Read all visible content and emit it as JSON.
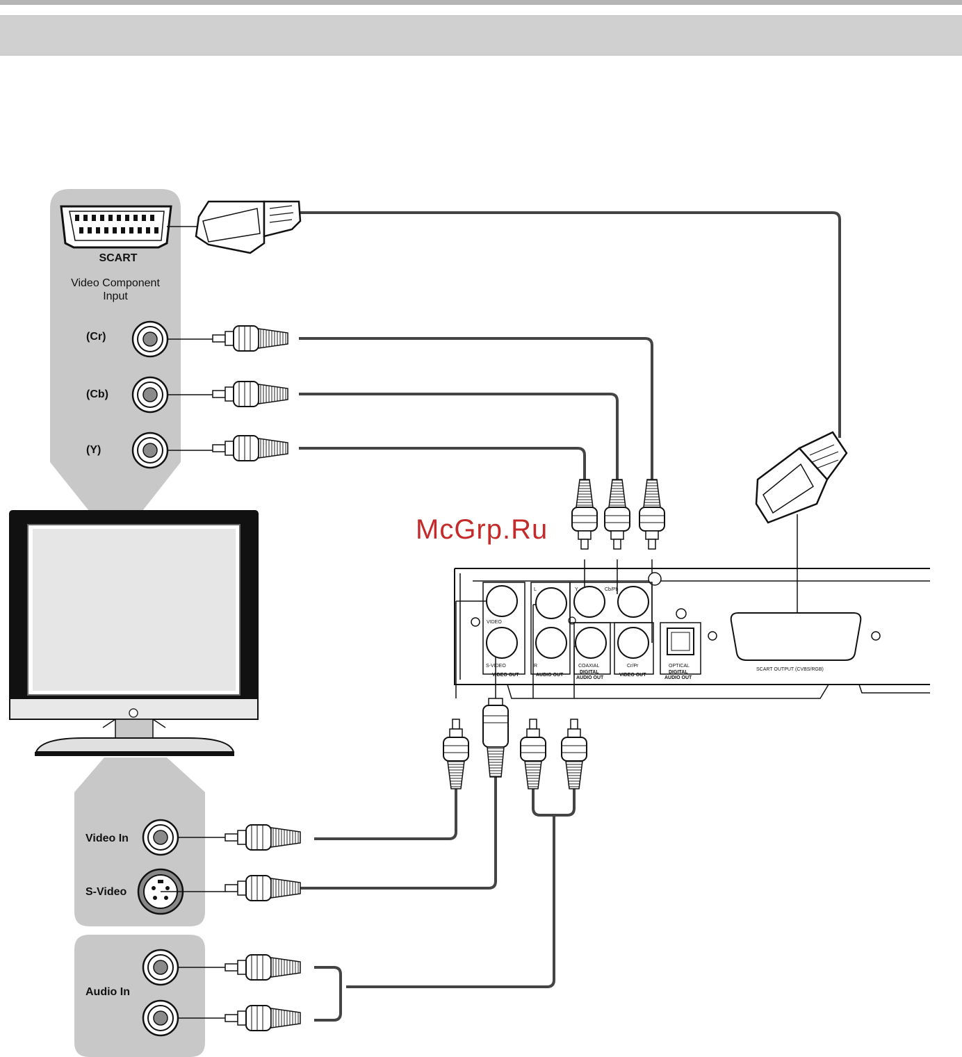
{
  "tv_labels": {
    "scart": "SCART",
    "component_title_1": "Video Component",
    "component_title_2": "Input",
    "cr": "(Cr)",
    "cb": "(Cb)",
    "y": "(Y)",
    "video_in": "Video In",
    "s_video": "S-Video",
    "audio_in": "Audio In"
  },
  "player_labels": {
    "video": "VIDEO",
    "s_video": "S-VIDEO",
    "video_out_1": "VIDEO OUT",
    "l": "L",
    "r": "R",
    "audio_out": "AUDIO OUT",
    "y": "Y",
    "cb_pb": "Cb/Pb",
    "cr_pr": "Cr/Pr",
    "coaxial": "COAXIAL",
    "coax_digital": "DIGITAL",
    "coax_audio_out": "AUDIO OUT",
    "video_out_2": "VIDEO OUT",
    "optical": "OPTICAL",
    "opt_digital": "DIGITAL",
    "opt_audio_out": "AUDIO OUT",
    "scart_output": "SCART OUTPUT (CVBS/RGB)"
  },
  "watermark": "McGrp.Ru",
  "colors": {
    "panel_gray": "#c8c8c8",
    "cable": "#444444",
    "watermark": "#c42a2a"
  }
}
